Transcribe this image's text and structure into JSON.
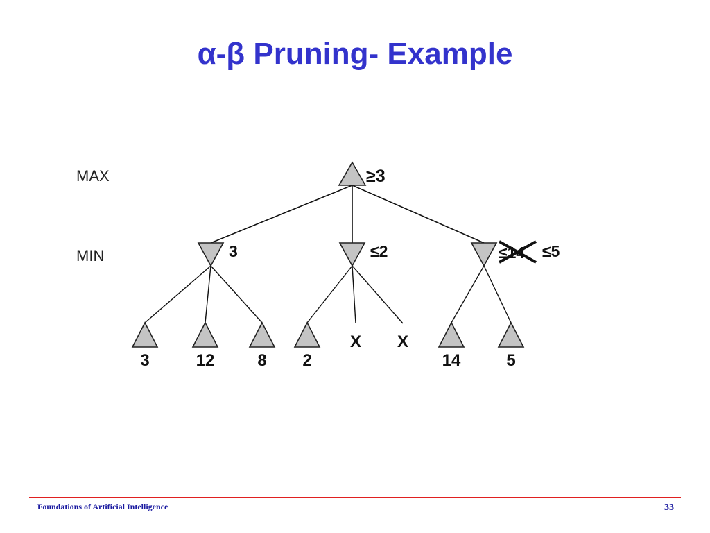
{
  "slide": {
    "title": "α-β Pruning- Example",
    "level_labels": {
      "max": "MAX",
      "min": "MIN"
    },
    "footer": {
      "text": "Foundations of Artificial Intelligence",
      "page_number": "33"
    }
  },
  "tree": {
    "colors": {
      "node_fill": "#c4c4c4",
      "node_stroke": "#222222",
      "edge": "#111111",
      "text": "#111111"
    },
    "root": {
      "bound": "≥3"
    },
    "min_nodes": [
      {
        "bound": "3"
      },
      {
        "bound": "≤2"
      },
      {
        "bound_crossed": "≤14",
        "bound": "≤5"
      }
    ],
    "leaves": [
      {
        "parent": 0,
        "value": "3",
        "pruned": false
      },
      {
        "parent": 0,
        "value": "12",
        "pruned": false
      },
      {
        "parent": 0,
        "value": "8",
        "pruned": false
      },
      {
        "parent": 1,
        "value": "2",
        "pruned": false
      },
      {
        "parent": 1,
        "value": "X",
        "pruned": true
      },
      {
        "parent": 1,
        "value": "X",
        "pruned": true
      },
      {
        "parent": 2,
        "value": "14",
        "pruned": false
      },
      {
        "parent": 2,
        "value": "5",
        "pruned": false
      }
    ]
  }
}
